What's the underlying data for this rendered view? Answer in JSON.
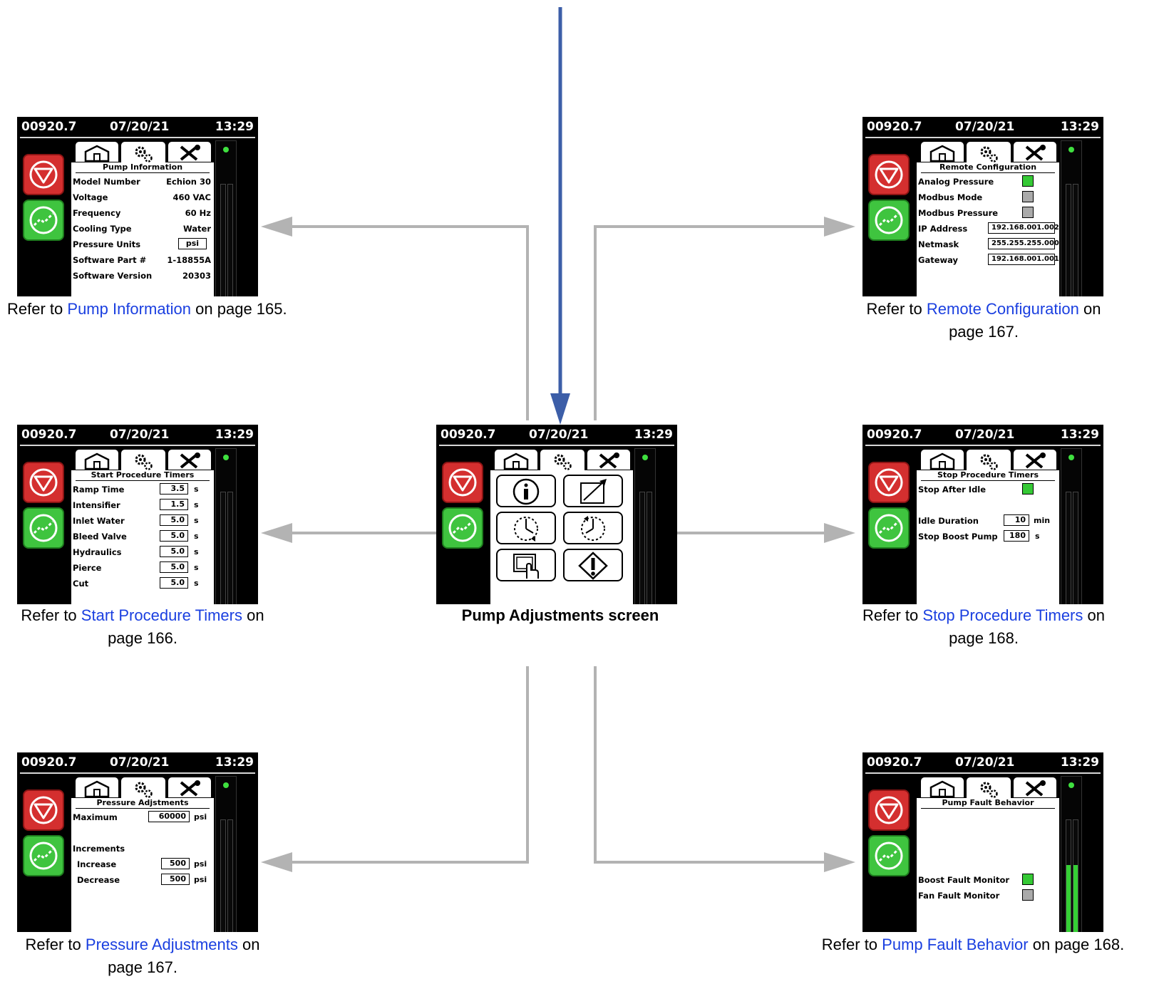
{
  "header": {
    "counter": "00920.7",
    "date": "07/20/21",
    "time": "13:29"
  },
  "center": {
    "caption": "Pump Adjustments screen",
    "buttons": [
      "info-icon",
      "diagonal-arrow-icon",
      "timer-clockwise-icon",
      "timer-counterclockwise-icon",
      "touch-screen-icon",
      "warning-icon"
    ]
  },
  "common": {
    "refer_to": "Refer to",
    "on": "on",
    "on_page_165": "on page 165.",
    "on_page_168": "on page 168.",
    "page_166": "page 166.",
    "page_167": "page 167.",
    "page_168": "page 168."
  },
  "screens": {
    "pump_information": {
      "title": "Pump Information",
      "rows": [
        {
          "label": "Model Number",
          "value": "Echion 30"
        },
        {
          "label": "Voltage",
          "value": "460 VAC"
        },
        {
          "label": "Frequency",
          "value": "60 Hz"
        },
        {
          "label": "Cooling Type",
          "value": "Water"
        },
        {
          "label": "Pressure Units",
          "value": "psi"
        },
        {
          "label": "Software Part #",
          "value": "1-18855A"
        },
        {
          "label": "Software Version",
          "value": "20303"
        }
      ],
      "link": "Pump Information"
    },
    "remote_configuration": {
      "title": "Remote Configuration",
      "checks": [
        {
          "label": "Analog Pressure",
          "state": "on"
        },
        {
          "label": "Modbus Mode",
          "state": "off"
        },
        {
          "label": "Modbus Pressure",
          "state": "off"
        }
      ],
      "fields": [
        {
          "label": "IP Address",
          "value": "192.168.001.002"
        },
        {
          "label": "Netmask",
          "value": "255.255.255.000"
        },
        {
          "label": "Gateway",
          "value": "192.168.001.001"
        }
      ],
      "link": "Remote Configuration"
    },
    "start_procedure_timers": {
      "title": "Start Procedure Timers",
      "unit": "s",
      "rows": [
        {
          "label": "Ramp Time",
          "value": "3.5"
        },
        {
          "label": "Intensifier",
          "value": "1.5"
        },
        {
          "label": "Inlet Water",
          "value": "5.0"
        },
        {
          "label": "Bleed Valve",
          "value": "5.0"
        },
        {
          "label": "Hydraulics",
          "value": "5.0"
        },
        {
          "label": "Pierce",
          "value": "5.0"
        },
        {
          "label": "Cut",
          "value": "5.0"
        }
      ],
      "link": "Start Procedure Timers"
    },
    "stop_procedure_timers": {
      "title": "Stop Procedure Timers",
      "stop_after_idle": {
        "label": "Stop After Idle",
        "state": "on"
      },
      "idle_duration": {
        "label": "Idle Duration",
        "value": "10",
        "unit": "min"
      },
      "stop_boost_pump": {
        "label": "Stop Boost Pump",
        "value": "180",
        "unit": "s"
      },
      "link": "Stop Procedure Timers"
    },
    "pressure_adjustments": {
      "title": "Pressure Adjstments",
      "maximum": {
        "label": "Maximum",
        "value": "60000",
        "unit": "psi"
      },
      "increments_label": "Increments",
      "increase": {
        "label": "Increase",
        "value": "500",
        "unit": "psi"
      },
      "decrease": {
        "label": "Decrease",
        "value": "500",
        "unit": "psi"
      },
      "link": "Pressure Adjustments"
    },
    "pump_fault_behavior": {
      "title": "Pump Fault Behavior",
      "checks": [
        {
          "label": "Boost Fault Monitor",
          "state": "on"
        },
        {
          "label": "Fan Fault Monitor",
          "state": "off"
        }
      ],
      "gauge_levels": [
        0.6,
        0.6
      ],
      "link": "Pump Fault Behavior"
    }
  },
  "colors": {
    "entry_arrow": "#3c5ea8",
    "connector": "#b3b3b3",
    "link": "#1a3fe0",
    "stop_button": "#d42f2f",
    "start_button": "#3fc43f",
    "checked": "#35c935",
    "unchecked": "#aaaaaa"
  }
}
